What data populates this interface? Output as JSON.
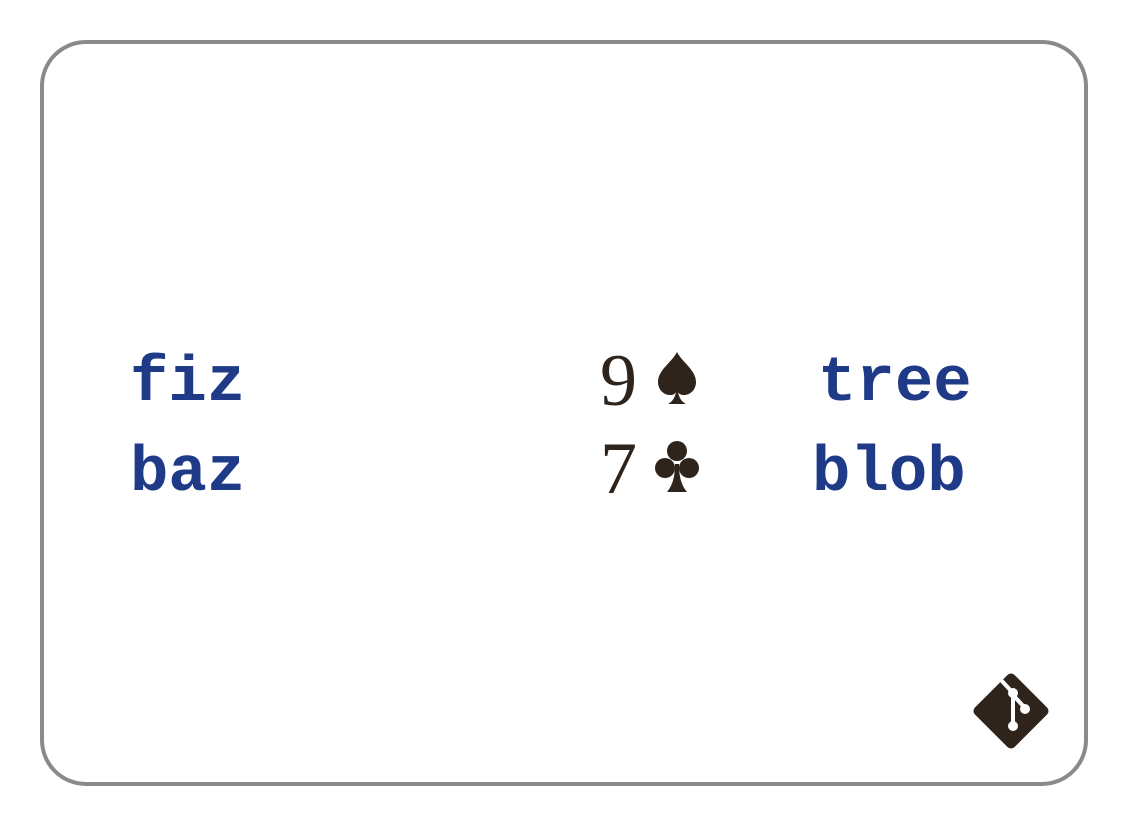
{
  "card": {
    "rows": [
      {
        "left": "fiz",
        "rank": "9",
        "suit": "spade-icon",
        "right": "tree"
      },
      {
        "left": "baz",
        "rank": "7",
        "suit": "club-icon",
        "right": "blob"
      }
    ],
    "logo": "git-icon"
  },
  "colors": {
    "text": "#1f3b87",
    "rank": "#2e241c",
    "border": "#8a8a8a",
    "logo": "#2e241c"
  }
}
